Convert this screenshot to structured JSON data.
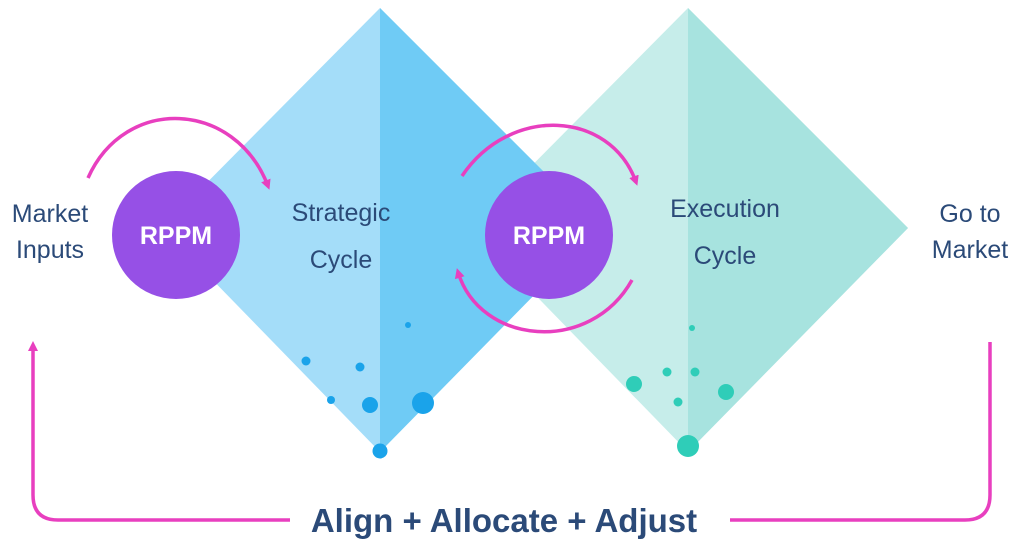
{
  "labels": {
    "market_inputs": [
      "Market",
      "Inputs"
    ],
    "go_to_market": [
      "Go to",
      "Market"
    ],
    "strategic_cycle": [
      "Strategic",
      "Cycle"
    ],
    "execution_cycle": [
      "Execution",
      "Cycle"
    ],
    "badge_left": "RPPM",
    "badge_right": "RPPM",
    "footer": "Align + Allocate + Adjust"
  },
  "colors": {
    "text": "#2b4a78",
    "arrow": "#e83fbf",
    "badge": "#9650e6",
    "strategic_light": "#9ad9f8",
    "strategic_dark": "#66c8f5",
    "execution_light": "#c3ece9",
    "execution_dark": "#a3e1de",
    "strategic_dots": "#1aa3ea",
    "execution_dots": "#2fcdb8"
  },
  "icons": {
    "cycle_arrows": "curved-arrow-icon",
    "loop_arrow": "loop-arrow-icon"
  }
}
